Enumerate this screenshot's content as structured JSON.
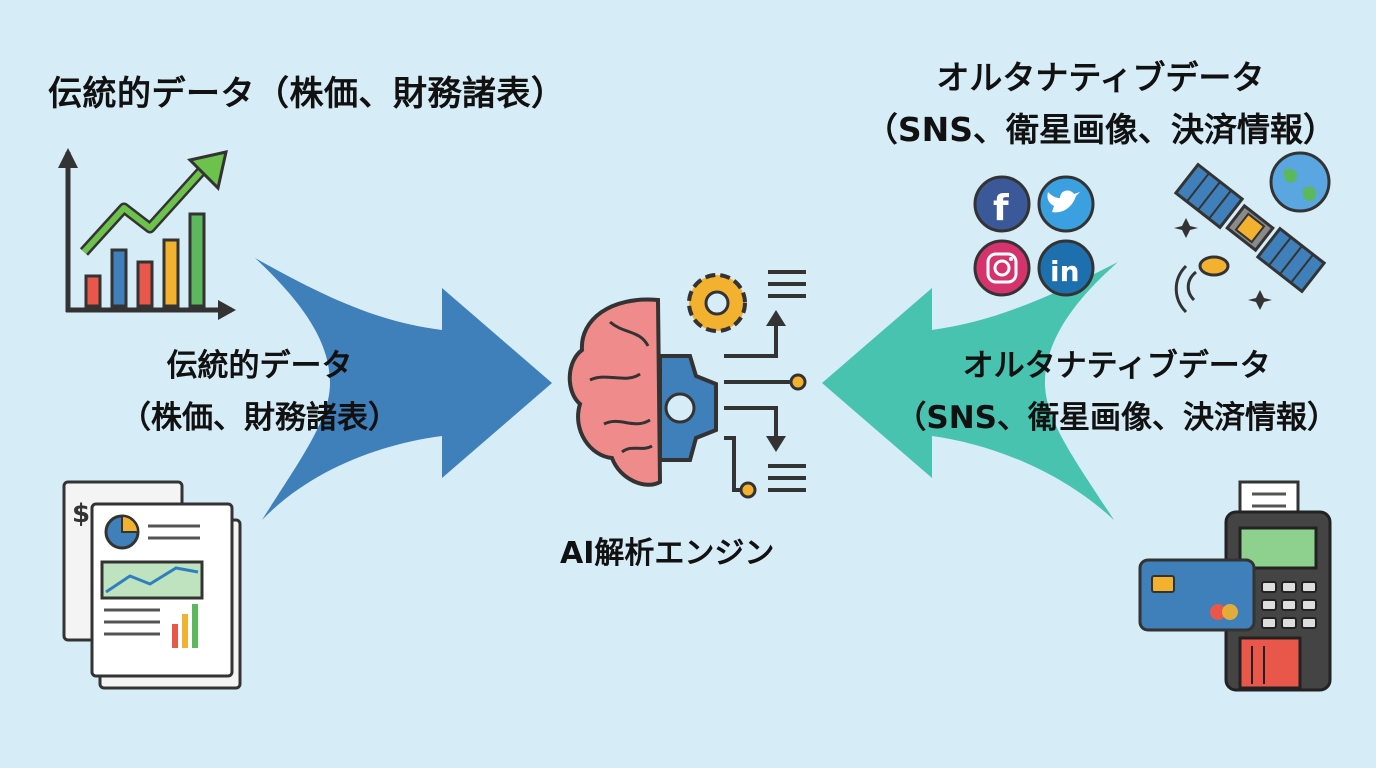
{
  "diagram": {
    "top_left_label": "伝統的データ（株価、財務諸表）",
    "top_right_label": {
      "line1": "オルタナティブデータ",
      "line2": "（SNS、衛星画像、決済情報）"
    },
    "left_arrow_label": {
      "line1": "伝統的データ",
      "line2": "（株価、財務諸表）"
    },
    "right_arrow_label": {
      "line1": "オルタナティブデータ",
      "line2": "（SNS、衛星画像、決済情報）"
    },
    "center_label": "AI解析エンジン"
  },
  "colors": {
    "background": "#d6ecf6",
    "left_arrow": "#3f7fba",
    "right_arrow": "#48c3b0"
  },
  "icons": [
    "stock-chart-icon",
    "financial-report-icon",
    "ai-brain-gear-icon",
    "facebook-icon",
    "twitter-icon",
    "instagram-icon",
    "linkedin-icon",
    "satellite-icon",
    "payment-terminal-icon"
  ]
}
